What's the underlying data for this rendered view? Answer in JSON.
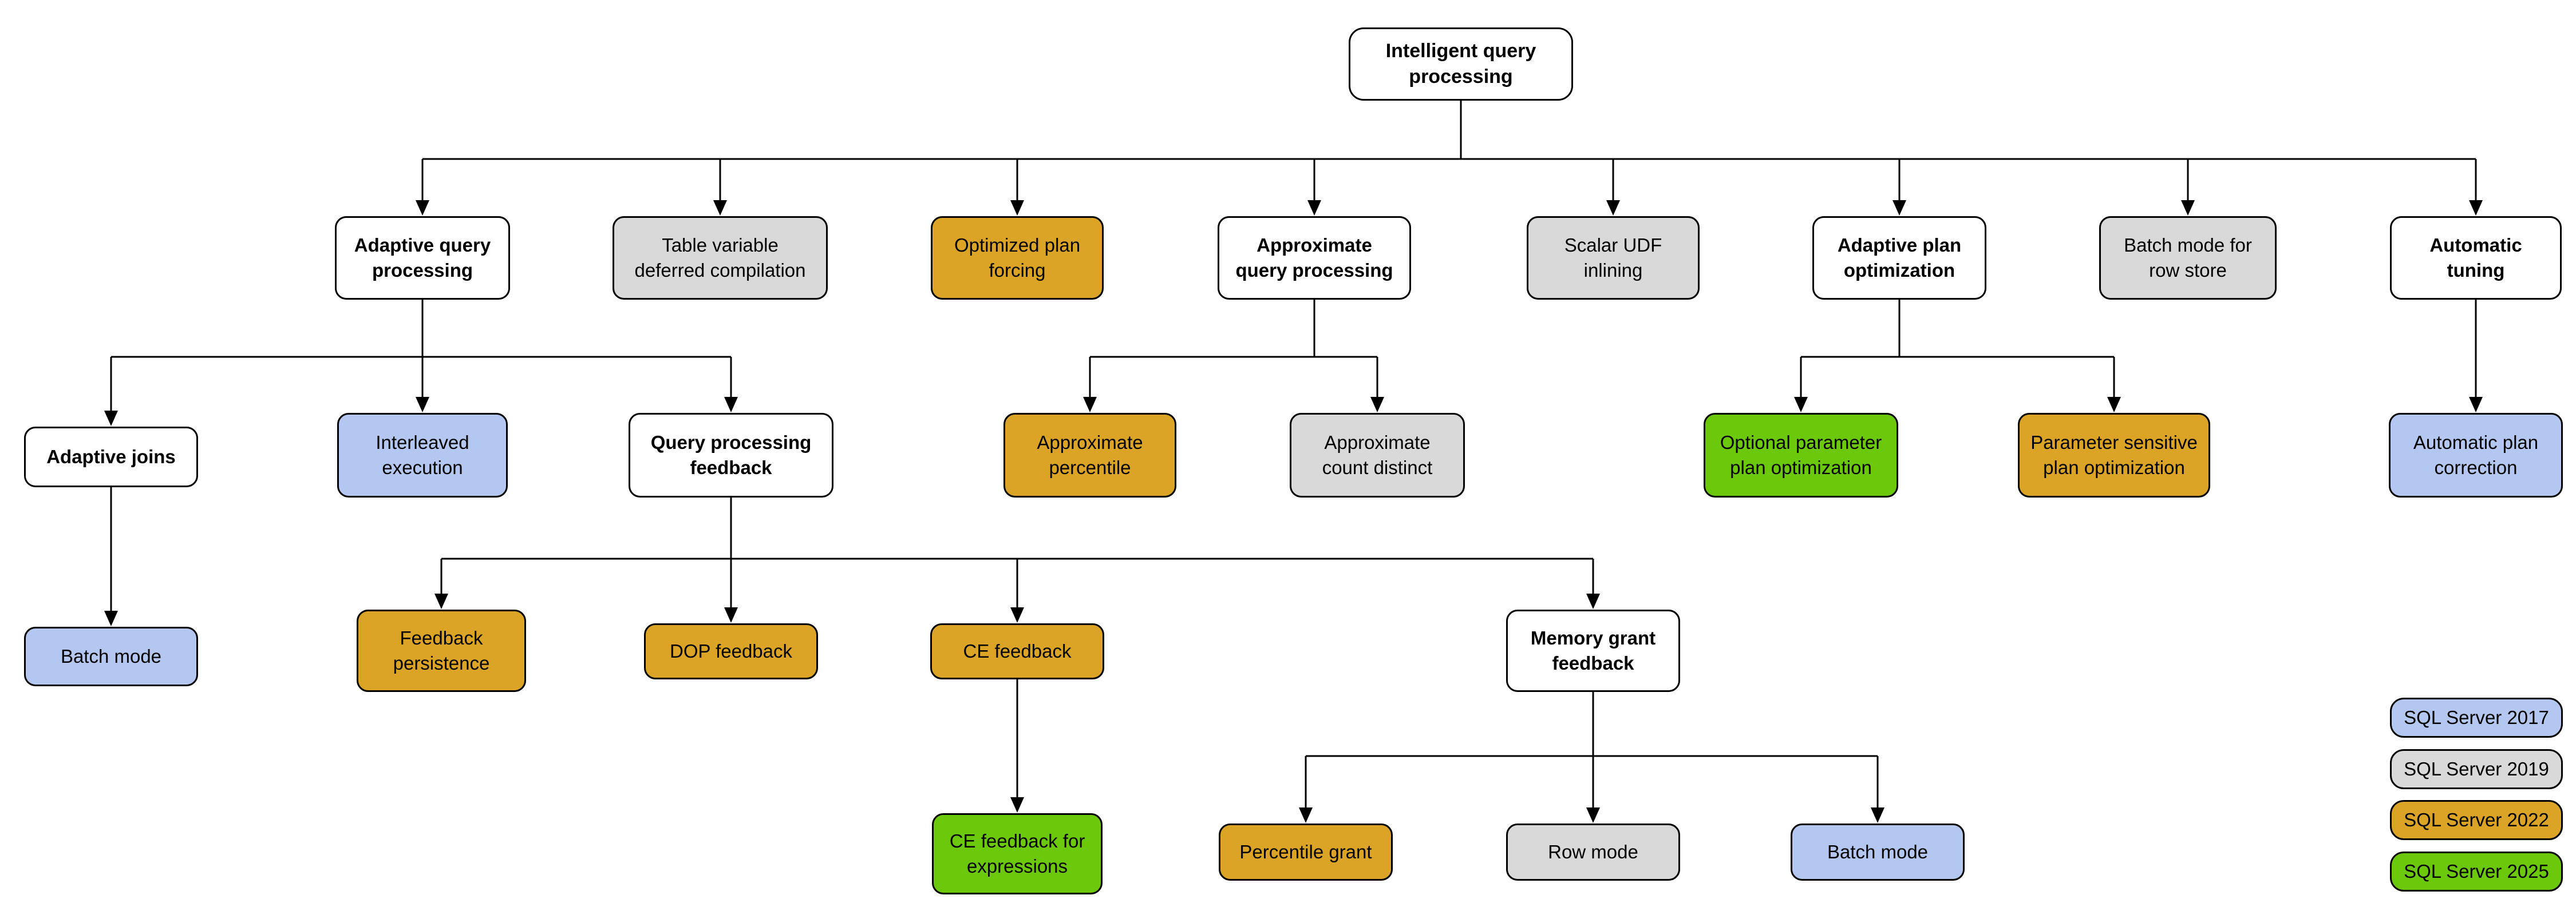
{
  "diagram": {
    "root_id": "root",
    "category_color": "#FFFFFF",
    "legend": [
      {
        "id": "sql2017",
        "label": "SQL Server 2017",
        "color": "#B4C7F0"
      },
      {
        "id": "sql2019",
        "label": "SQL Server 2019",
        "color": "#D9D9D9"
      },
      {
        "id": "sql2022",
        "label": "SQL Server 2022",
        "color": "#DCA426"
      },
      {
        "id": "sql2025",
        "label": "SQL Server 2025",
        "color": "#6CC80A"
      }
    ],
    "nodes": [
      {
        "id": "root",
        "label": "Intelligent query\nprocessing",
        "color": "category",
        "bold": true
      },
      {
        "id": "adaptive-qp",
        "label": "Adaptive query\nprocessing",
        "color": "category",
        "bold": true
      },
      {
        "id": "table-variable",
        "label": "Table variable\ndeferred compilation",
        "color": "sql2019",
        "bold": false
      },
      {
        "id": "optimized-plan-forcing",
        "label": "Optimized plan\nforcing",
        "color": "sql2022",
        "bold": false
      },
      {
        "id": "approx-qp",
        "label": "Approximate\nquery processing",
        "color": "category",
        "bold": true
      },
      {
        "id": "scalar-udf",
        "label": "Scalar UDF\ninlining",
        "color": "sql2019",
        "bold": false
      },
      {
        "id": "adaptive-plan-opt",
        "label": "Adaptive plan\noptimization",
        "color": "category",
        "bold": true
      },
      {
        "id": "batch-mode-row-store",
        "label": "Batch mode for\nrow store",
        "color": "sql2019",
        "bold": false
      },
      {
        "id": "automatic-tuning",
        "label": "Automatic\ntuning",
        "color": "category",
        "bold": true
      },
      {
        "id": "adaptive-joins",
        "label": "Adaptive joins",
        "color": "category",
        "bold": true
      },
      {
        "id": "interleaved-execution",
        "label": "Interleaved\nexecution",
        "color": "sql2017",
        "bold": false
      },
      {
        "id": "qp-feedback",
        "label": "Query processing\nfeedback",
        "color": "category",
        "bold": true
      },
      {
        "id": "approx-percentile",
        "label": "Approximate\npercentile",
        "color": "sql2022",
        "bold": false
      },
      {
        "id": "approx-count-distinct",
        "label": "Approximate\ncount distinct",
        "color": "sql2019",
        "bold": false
      },
      {
        "id": "optional-param-plan-opt",
        "label": "Optional parameter\nplan optimization",
        "color": "sql2025",
        "bold": false
      },
      {
        "id": "param-sensitive-plan-opt",
        "label": "Parameter sensitive\nplan optimization",
        "color": "sql2022",
        "bold": false
      },
      {
        "id": "automatic-plan-correction",
        "label": "Automatic plan\ncorrection",
        "color": "sql2017",
        "bold": false
      },
      {
        "id": "batch-mode-aj",
        "label": "Batch mode",
        "color": "sql2017",
        "bold": false
      },
      {
        "id": "feedback-persistence",
        "label": "Feedback\npersistence",
        "color": "sql2022",
        "bold": false
      },
      {
        "id": "dop-feedback",
        "label": "DOP feedback",
        "color": "sql2022",
        "bold": false
      },
      {
        "id": "ce-feedback",
        "label": "CE feedback",
        "color": "sql2022",
        "bold": false
      },
      {
        "id": "memory-grant-feedback",
        "label": "Memory grant\nfeedback",
        "color": "category",
        "bold": true
      },
      {
        "id": "ce-feedback-expressions",
        "label": "CE feedback for\nexpressions",
        "color": "sql2025",
        "bold": false
      },
      {
        "id": "percentile-grant",
        "label": "Percentile grant",
        "color": "sql2022",
        "bold": false
      },
      {
        "id": "row-mode",
        "label": "Row mode",
        "color": "sql2019",
        "bold": false
      },
      {
        "id": "batch-mode-mgf",
        "label": "Batch mode",
        "color": "sql2017",
        "bold": false
      }
    ],
    "edges": [
      {
        "parent": "root",
        "children": [
          "adaptive-qp",
          "table-variable",
          "optimized-plan-forcing",
          "approx-qp",
          "scalar-udf",
          "adaptive-plan-opt",
          "batch-mode-row-store",
          "automatic-tuning"
        ]
      },
      {
        "parent": "adaptive-qp",
        "children": [
          "adaptive-joins",
          "interleaved-execution",
          "qp-feedback"
        ]
      },
      {
        "parent": "approx-qp",
        "children": [
          "approx-percentile",
          "approx-count-distinct"
        ]
      },
      {
        "parent": "adaptive-plan-opt",
        "children": [
          "optional-param-plan-opt",
          "param-sensitive-plan-opt"
        ]
      },
      {
        "parent": "automatic-tuning",
        "children": [
          "automatic-plan-correction"
        ]
      },
      {
        "parent": "adaptive-joins",
        "children": [
          "batch-mode-aj"
        ]
      },
      {
        "parent": "qp-feedback",
        "children": [
          "feedback-persistence",
          "dop-feedback",
          "ce-feedback",
          "memory-grant-feedback"
        ]
      },
      {
        "parent": "ce-feedback",
        "children": [
          "ce-feedback-expressions"
        ]
      },
      {
        "parent": "memory-grant-feedback",
        "children": [
          "percentile-grant",
          "row-mode",
          "batch-mode-mgf"
        ]
      }
    ]
  }
}
